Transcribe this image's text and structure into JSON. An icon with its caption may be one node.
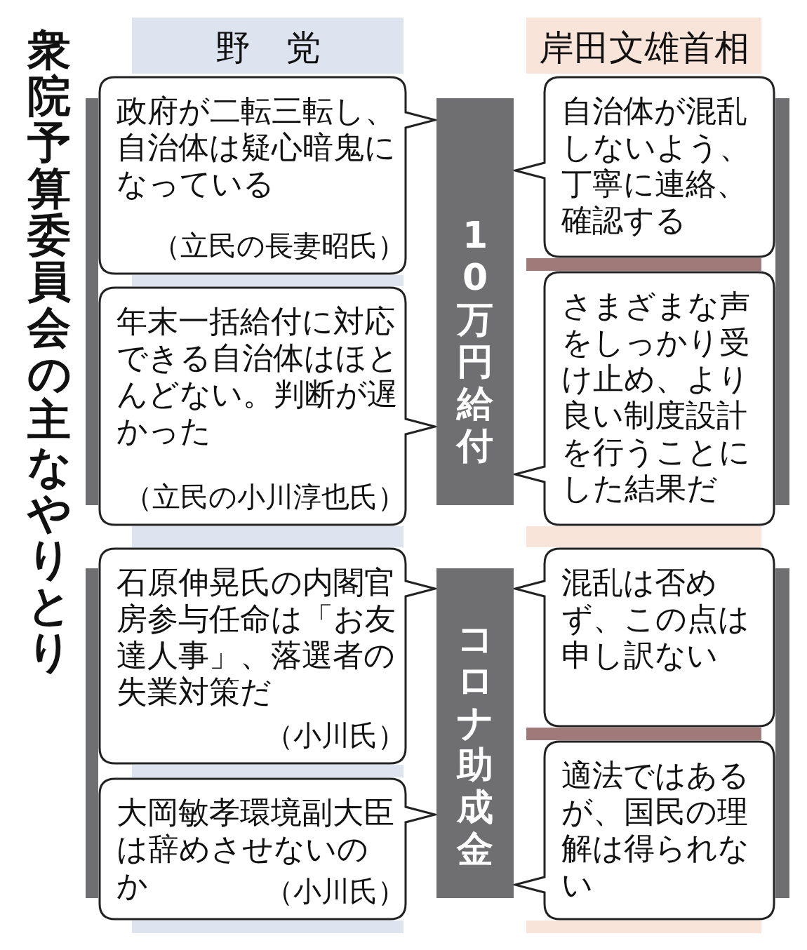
{
  "diagram": {
    "title": "衆院予算委員会の主なやりとり",
    "nodes": [
      {
        "text": [
          "野　党"
        ]
      },
      {
        "text": [
          "岸田文雄首相"
        ]
      },
      {
        "text": [
          "10万円給付"
        ]
      },
      {
        "text": [
          "政府が二転三転し、自治体は疑心暗鬼になっている",
          "（立民の長妻昭氏）"
        ]
      },
      {
        "text": [
          "自治体が混乱しないよう、丁寧に連絡、確認する"
        ]
      },
      {
        "text": [
          "年末一括給付に対応できる自治体はほとんどない。判断が遅かった",
          "（立民の小川淳也氏）"
        ]
      },
      {
        "text": [
          "さまざまな声をしっかり受け止め、より良い制度設計を行うことにした結果だ"
        ]
      },
      {
        "text": [
          "コロナ助成金"
        ]
      },
      {
        "text": [
          "石原伸晃氏の内閣官房参与任命は「お友達人事」、落選者の失業対策だ",
          "（小川氏）"
        ]
      },
      {
        "text": [
          "混乱は否めず、この点は申し訳ない"
        ]
      },
      {
        "text": [
          "大岡敏孝環境副大臣は辞めさせないのか",
          "（小川氏）"
        ]
      },
      {
        "text": [
          "適法ではあるが、国民の理解は得られない"
        ]
      }
    ]
  }
}
